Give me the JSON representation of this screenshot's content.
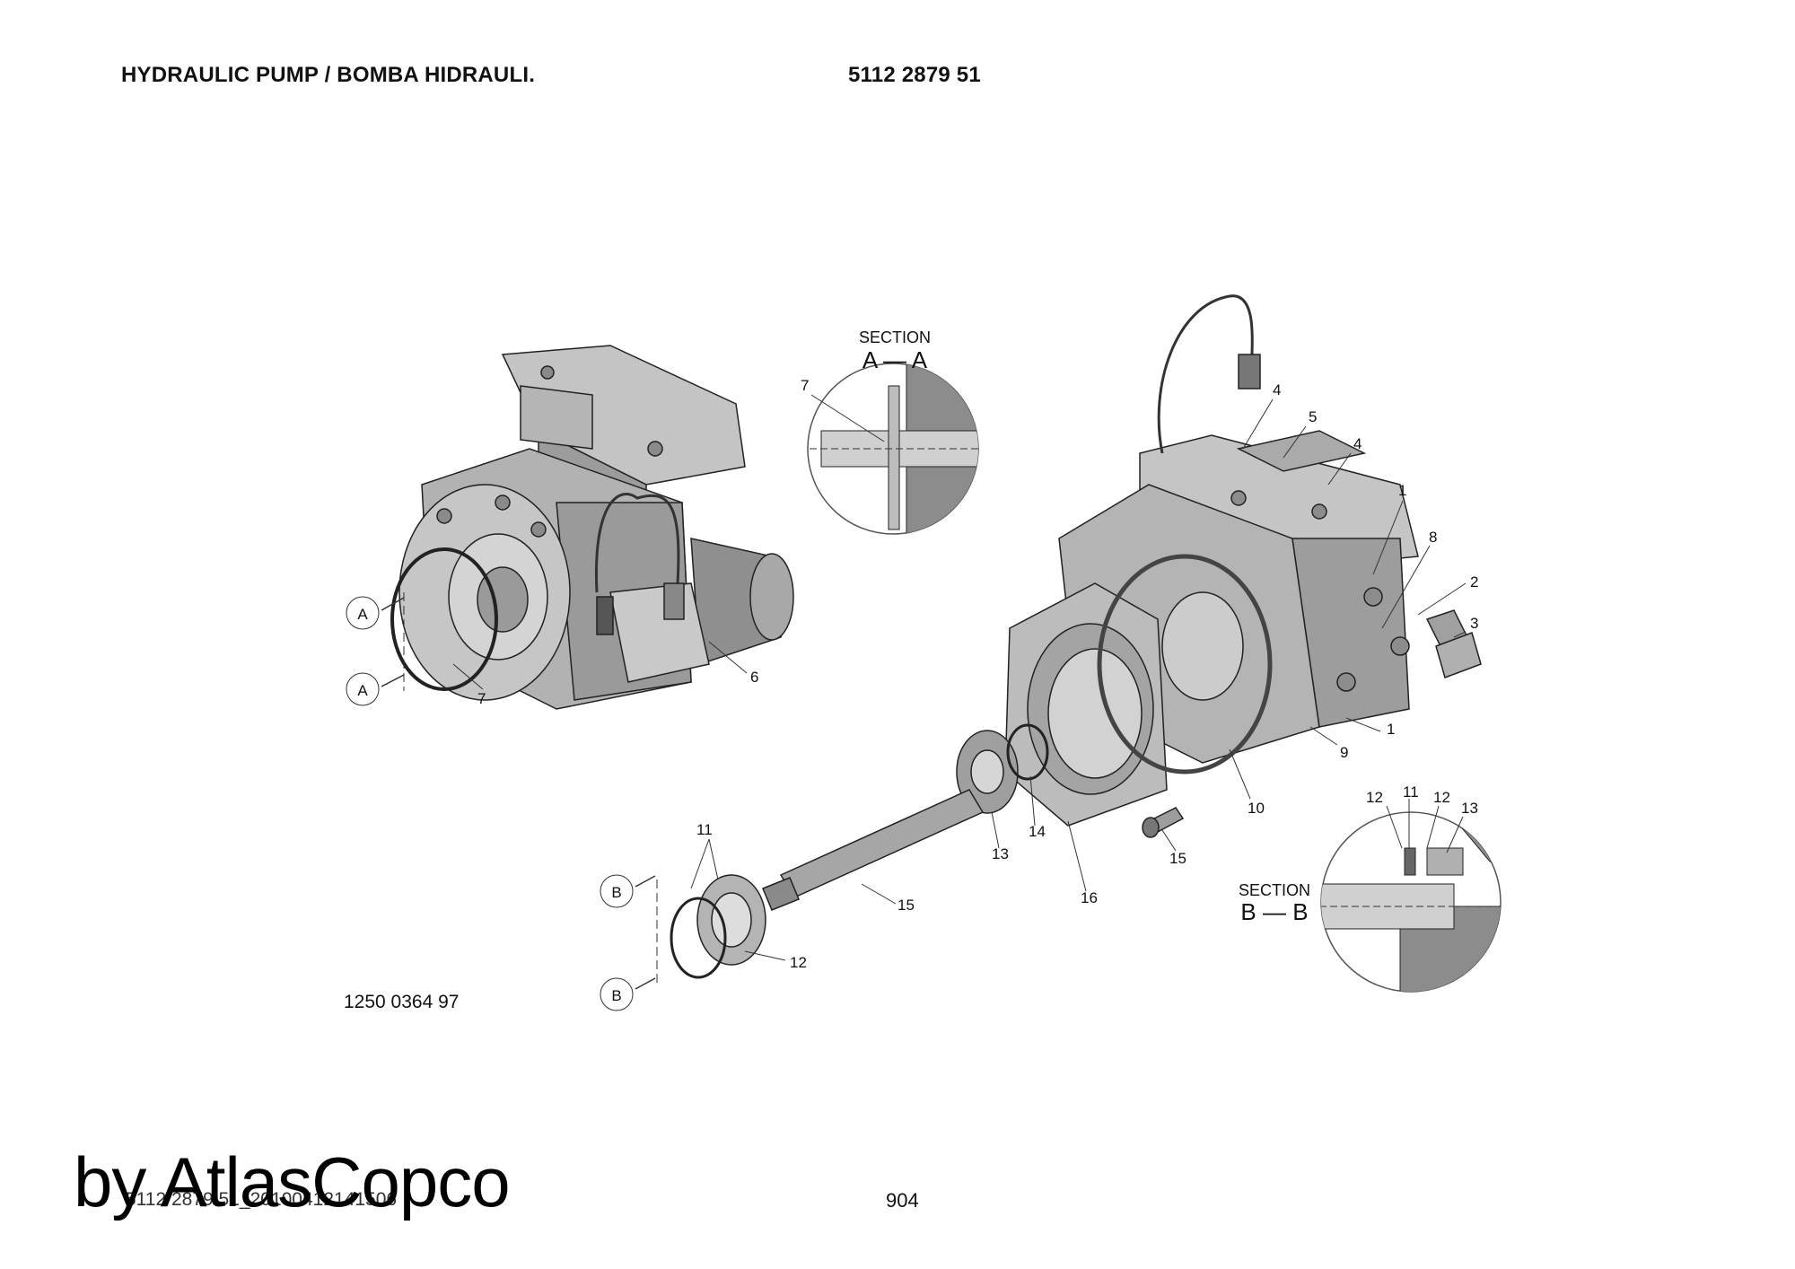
{
  "header": {
    "title": "HYDRAULIC PUMP / BOMBA HIDRAULI.",
    "part_number": "5112 2879 51"
  },
  "drawing_number": "1250 0364 97",
  "footer": {
    "file_ref": "5112 2879 51_20100412141506",
    "page_number": "904"
  },
  "watermark": "by AtlasCopco",
  "sections": {
    "aa": {
      "word": "SECTION",
      "letters": "A — A"
    },
    "bb": {
      "word": "SECTION",
      "letters": "B — B"
    }
  },
  "section_markers": [
    "A",
    "A",
    "B",
    "B"
  ],
  "callouts": [
    "1",
    "1",
    "2",
    "3",
    "4",
    "4",
    "5",
    "6",
    "7",
    "7",
    "8",
    "9",
    "10",
    "11",
    "11",
    "12",
    "12",
    "12",
    "13",
    "13",
    "14",
    "15",
    "15",
    "16"
  ],
  "colors": {
    "part_fill": "#b9b9b9",
    "part_dark": "#8e8e8e",
    "line": "#222222"
  }
}
